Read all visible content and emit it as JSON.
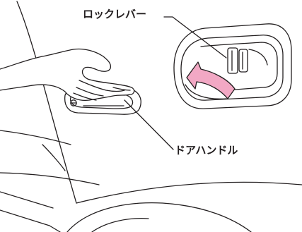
{
  "labels": {
    "lock_lever": "ロックレバー",
    "door_handle": "ドアハンドル"
  },
  "colors": {
    "line": "#231f20",
    "arrow_fill": "#f2a8c4",
    "arrow_stroke": "#231f20",
    "background": "#ffffff"
  },
  "icons": {
    "arrow": "curved-push-arrow",
    "hand": "hand-gripping-handle"
  }
}
